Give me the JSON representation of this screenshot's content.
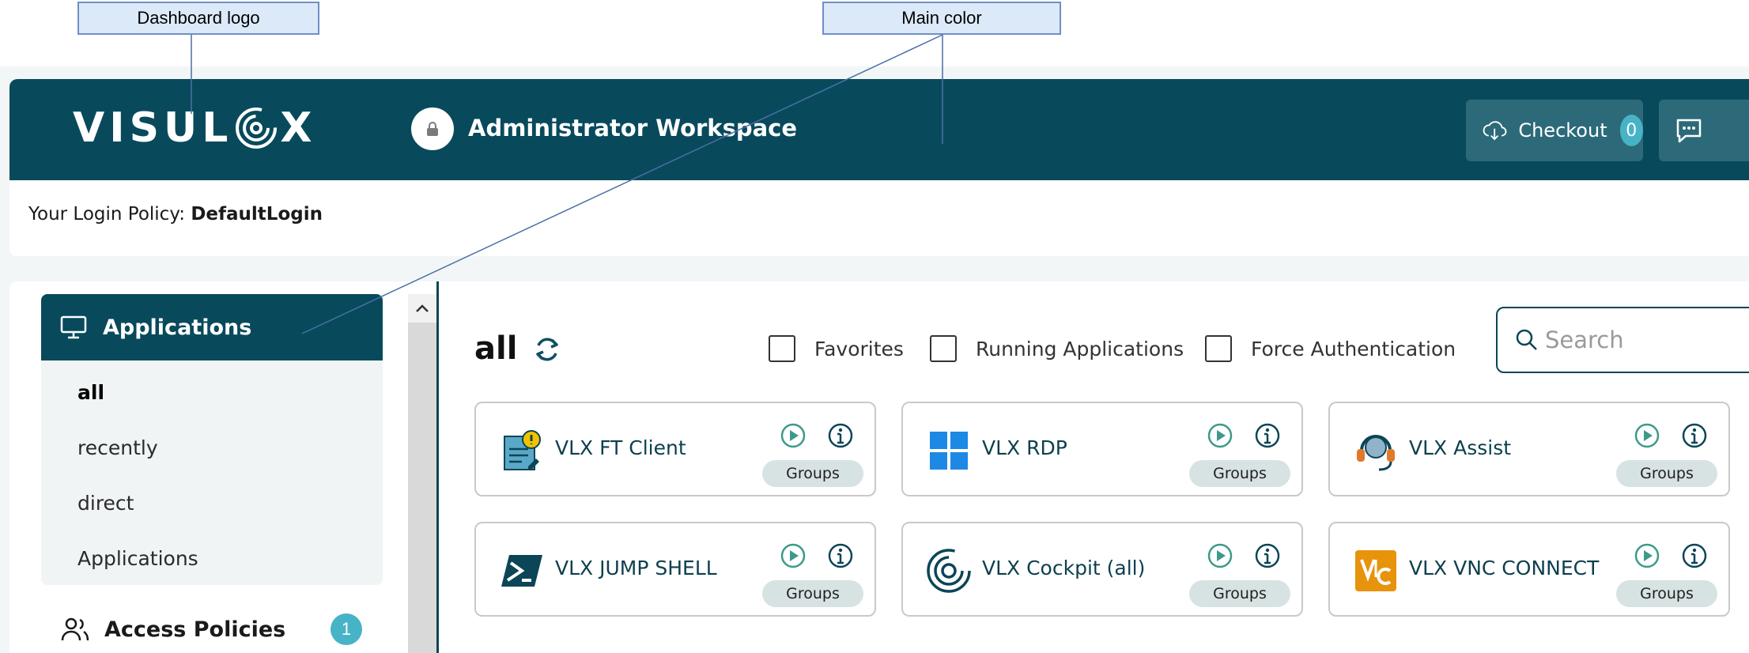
{
  "annotations": {
    "logo_callout": "Dashboard logo",
    "color_callout": "Main color"
  },
  "header": {
    "logo_text_left": "VISUL",
    "logo_text_right": "X",
    "workspace_title": "Administrator Workspace",
    "checkout_label": "Checkout",
    "checkout_count": "0",
    "main_color": "#084a5c"
  },
  "policy": {
    "label": "Your Login Policy:",
    "value": "DefaultLogin"
  },
  "sidebar": {
    "header_label": "Applications",
    "items": [
      "all",
      "recently",
      "direct",
      "Applications"
    ],
    "active_item": "all",
    "access_label": "Access Policies",
    "access_count": "1"
  },
  "main": {
    "filter_title": "all",
    "checks": [
      "Favorites",
      "Running Applications",
      "Force Authentication"
    ],
    "search_placeholder": "Search"
  },
  "cards": [
    {
      "name": "VLX FT Client",
      "icon": "ft-client-icon",
      "groups": "Groups"
    },
    {
      "name": "VLX RDP",
      "icon": "windows-icon",
      "groups": "Groups"
    },
    {
      "name": "VLX Assist",
      "icon": "headset-icon",
      "groups": "Groups"
    },
    {
      "name": "VLX JUMP SHELL",
      "icon": "powershell-icon",
      "groups": "Groups"
    },
    {
      "name": "VLX Cockpit (all)",
      "icon": "cockpit-icon",
      "groups": "Groups"
    },
    {
      "name": "VLX VNC CONNECT",
      "icon": "vnc-icon",
      "groups": "Groups"
    }
  ]
}
